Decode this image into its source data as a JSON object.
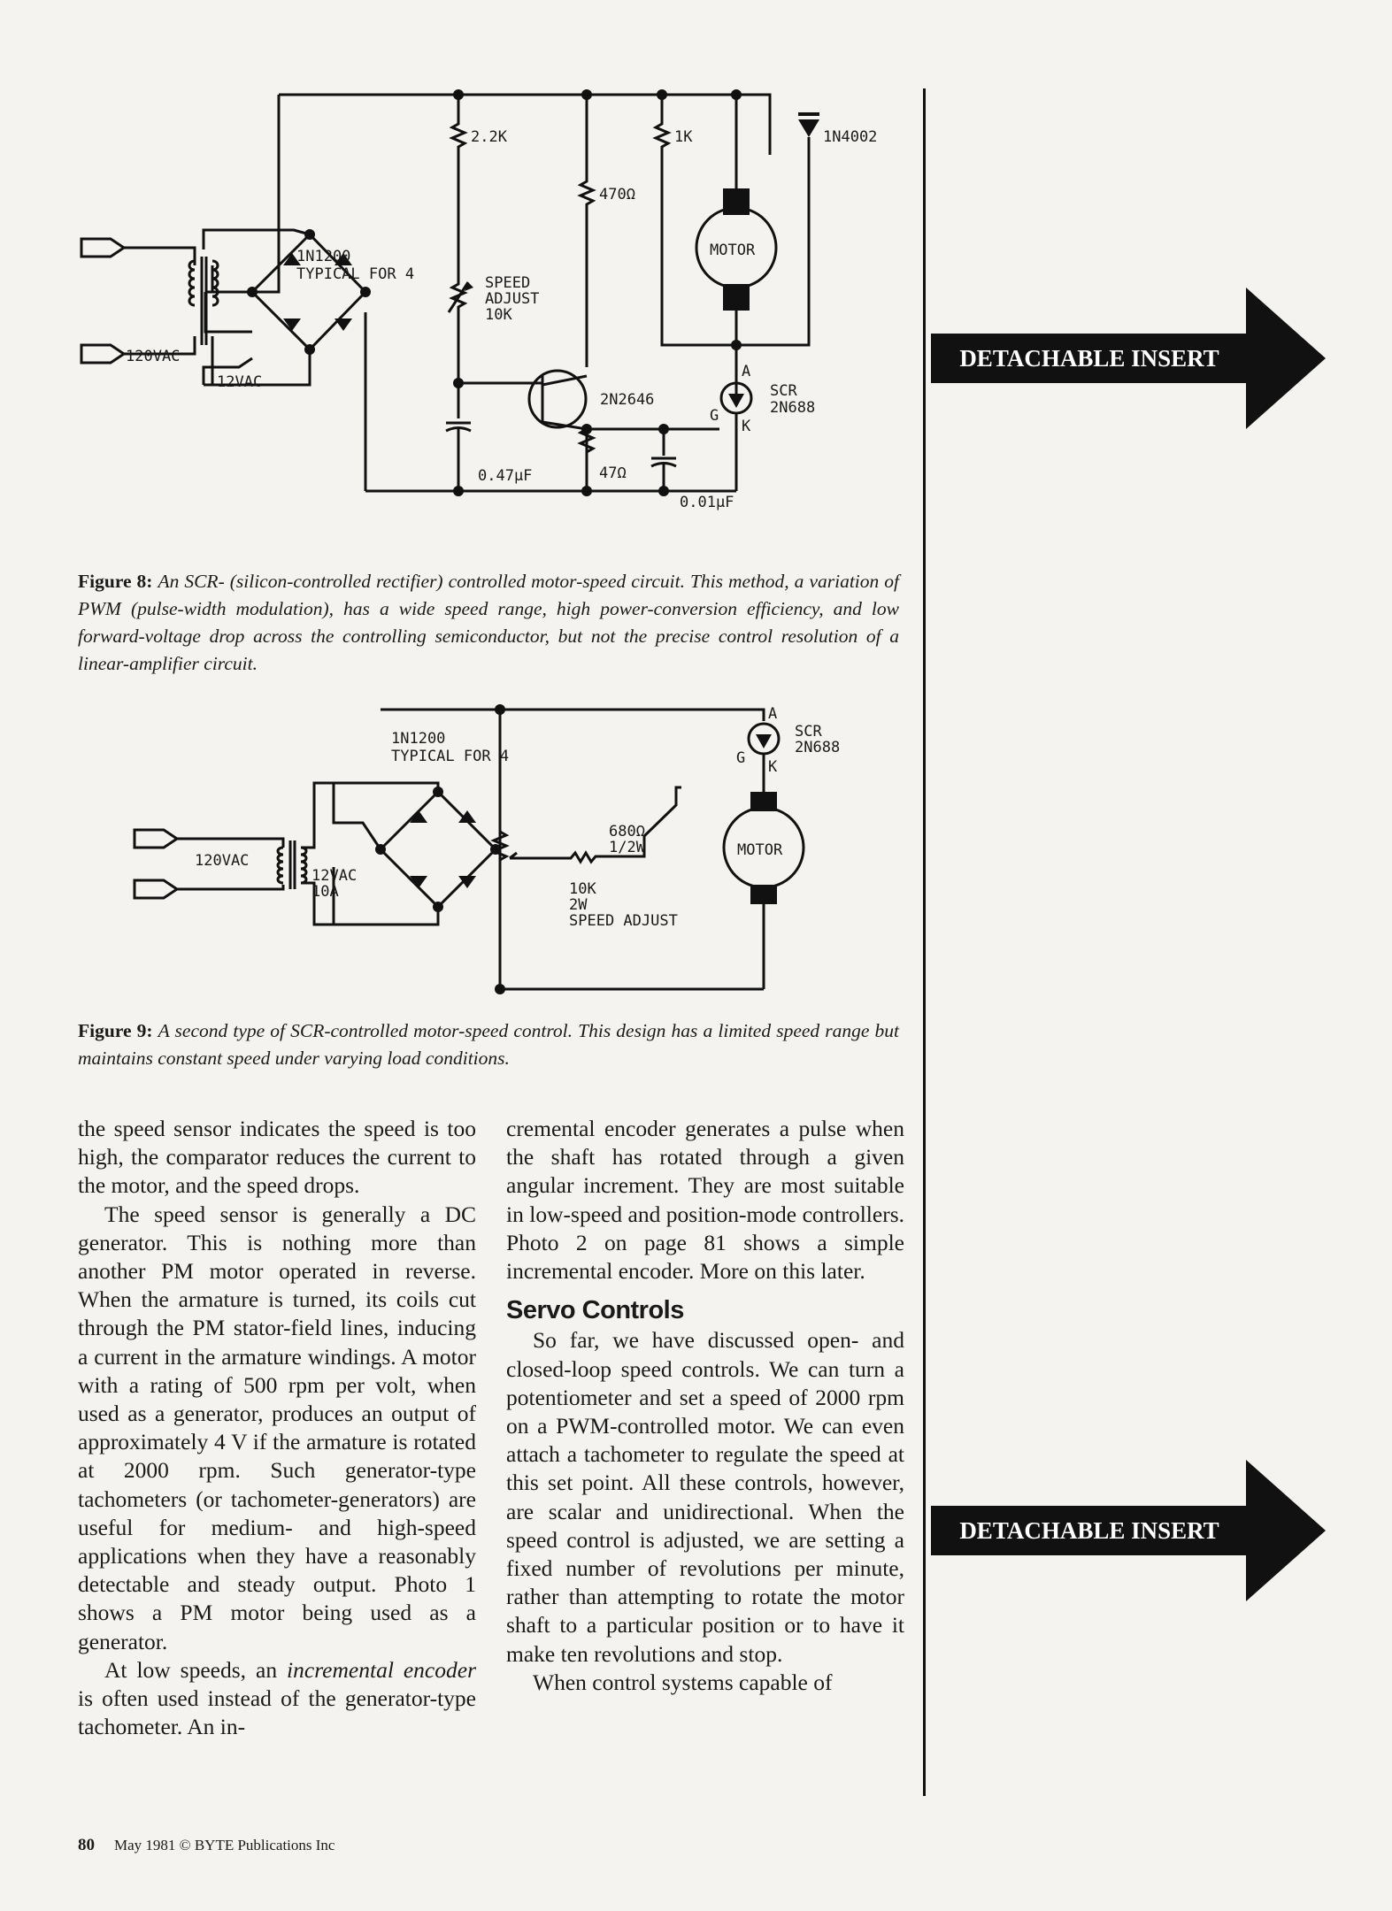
{
  "figure8": {
    "labels": {
      "r1": "2.2K",
      "r2": "1K",
      "diode": "1N4002",
      "r3": "470Ω",
      "motor": "MOTOR",
      "bridge1": "1N1200",
      "bridge2": "TYPICAL FOR 4",
      "pot1": "SPEED",
      "pot2": "ADJUST",
      "pot3": "10K",
      "ac": "120VAC",
      "sec": "12VAC",
      "ujt": "2N2646",
      "scr1": "SCR",
      "scr2": "2N688",
      "A": "A",
      "G": "G",
      "K": "K",
      "c1": "0.47μF",
      "r4": "47Ω",
      "c2": "0.01μF"
    },
    "caption_label": "Figure 8:",
    "caption_text": "An SCR- (silicon-controlled rectifier) controlled motor-speed circuit. This method, a variation of PWM (pulse-width modulation), has a wide speed range, high power-conversion efficiency, and low forward-voltage drop across the controlling semiconductor, but not the precise control resolution of a linear-amplifier circuit."
  },
  "figure9": {
    "labels": {
      "bridge1": "1N1200",
      "bridge2": "TYPICAL FOR 4",
      "A": "A",
      "G": "G",
      "K": "K",
      "scr1": "SCR",
      "scr2": "2N688",
      "r1": "680Ω",
      "r2": "1/2W",
      "ac": "120VAC",
      "sec1": "12VAC",
      "sec2": "10A",
      "pot1": "10K",
      "pot2": "2W",
      "pot3": "SPEED ADJUST",
      "motor": "MOTOR"
    },
    "caption_label": "Figure 9:",
    "caption_text": "A second type of SCR-controlled motor-speed control. This design has a limited speed range  but maintains constant speed under varying load conditions."
  },
  "column1": {
    "p1": "the speed sensor indicates the speed is too high, the comparator reduces the current to the motor, and the speed drops.",
    "p2": "The speed sensor is generally a DC generator. This is nothing more than another PM motor operated in reverse. When the armature is turned, its coils cut through the PM stator-field lines, inducing a current in the armature windings. A motor with a rating of 500 rpm per volt, when used as a generator, produces an output of approximately 4 V if the armature is rotated at 2000 rpm. Such generator-type tachometers (or tachometer-generators) are useful for medium- and high-speed applications when they have a reasonably detectable and steady output. Photo 1 shows a PM motor being used as a generator.",
    "p3_a": "At low speeds, an ",
    "p3_em": "incremental encoder",
    "p3_b": " is often used instead of the generator-type tachometer. An in-"
  },
  "column2": {
    "p1": "cremental encoder generates a pulse when the shaft has rotated through a given angular increment. They are most suitable in low-speed and position-mode controllers. Photo 2 on page 81 shows a simple incremental encoder. More on this later.",
    "heading": "Servo Controls",
    "p2": "So far, we have discussed open- and closed-loop speed controls. We can turn a potentiometer and set a speed of 2000 rpm on a PWM-controlled motor. We can even attach a tachometer to regulate the speed at this set point. All these controls, however, are scalar and unidirectional. When the speed control is adjusted, we are setting a fixed number of revolutions per minute, rather than attempting to rotate the motor shaft to a particular position or to have it make ten revolutions and stop.",
    "p3": "When control systems capable of"
  },
  "inserts": [
    "DETACHABLE INSERT",
    "DETACHABLE INSERT"
  ],
  "footer": {
    "page": "80",
    "credit": "May 1981 © BYTE Publications Inc"
  }
}
